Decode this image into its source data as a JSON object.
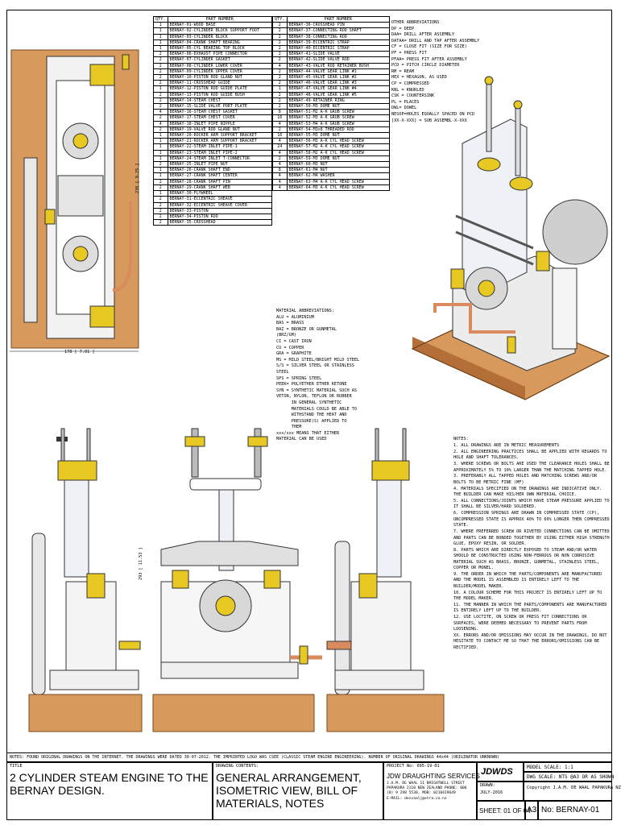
{
  "bom_headers": {
    "qty": "QTY.",
    "part": "PART NUMBER"
  },
  "bom_left": [
    {
      "qty": "1",
      "part": "BERNAY-01-WOOD BASE"
    },
    {
      "qty": "1",
      "part": "BERNAY-02-CYLINDER BLOCK SUPPORT FOOT"
    },
    {
      "qty": "1",
      "part": "BERNAY-03-CYLINDER BLOCK"
    },
    {
      "qty": "1",
      "part": "BERNAY-04-CRANK SHAFT BEARING"
    },
    {
      "qty": "1",
      "part": "BERNAY-05-CYL BEARING TOP BLOCK"
    },
    {
      "qty": "2",
      "part": "BERNAY-06-EXHAUST PIPE CONNECTOR"
    },
    {
      "qty": "2",
      "part": "BERNAY-07-CYLINDER GASKET"
    },
    {
      "qty": "2",
      "part": "BERNAY-08-CYLINDER LOWER COVER"
    },
    {
      "qty": "2",
      "part": "BERNAY-09-CYLINDER UPPER COVER"
    },
    {
      "qty": "2",
      "part": "BERNAY-10-PISTON ROD GLAND NUT"
    },
    {
      "qty": "2",
      "part": "BERNAY-11-CROSSHEAD GUIDE"
    },
    {
      "qty": "1",
      "part": "BERNAY-12-PISTON ROD GUIDE PLATE"
    },
    {
      "qty": "2",
      "part": "BERNAY-13-PISTON ROD GUIDE BUSH"
    },
    {
      "qty": "2",
      "part": "BERNAY-14-STEAM CHEST"
    },
    {
      "qty": "2",
      "part": "BERNAY-15-SLIDE VALVE PORT PLATE"
    },
    {
      "qty": "4",
      "part": "BERNAY-16-STEAM CHEST GASKET"
    },
    {
      "qty": "2",
      "part": "BERNAY-17-STEAM CHEST COVER"
    },
    {
      "qty": "4",
      "part": "BERNAY-18-INLET PIPE NIPPLE"
    },
    {
      "qty": "2",
      "part": "BERNAY-19-VALVE ROD GLAND NUT"
    },
    {
      "qty": "1",
      "part": "BERNAY-20-ROCKER ARM SUPPORT BRACKET"
    },
    {
      "qty": "1",
      "part": "BERNAY-21-ROCKER ARM SUPPORT BRACKET"
    },
    {
      "qty": "1",
      "part": "BERNAY-22-STEAM INLET PIPE-1"
    },
    {
      "qty": "1",
      "part": "BERNAY-23-STEAM INLET PIPE-2"
    },
    {
      "qty": "1",
      "part": "BERNAY-24-STEAM INLET T-CONNECTOR"
    },
    {
      "qty": "2",
      "part": "BERNAY-25-INLET PIPE NUT"
    },
    {
      "qty": "1",
      "part": "BERNAY-26-CRANK SHAFT END"
    },
    {
      "qty": "1",
      "part": "BERNAY-27-CRANK SHAFT CENTER"
    },
    {
      "qty": "2",
      "part": "BERNAY-28-CRANK SHAFT PIN"
    },
    {
      "qty": "2",
      "part": "BERNAY-29-CRANK SHAFT WEB"
    },
    {
      "qty": "1",
      "part": "BERNAY-30-FLYWHEEL"
    },
    {
      "qty": "2",
      "part": "BERNAY-31-ECCENTRIC SHEAVE"
    },
    {
      "qty": "2",
      "part": "BERNAY-32-ECCENTRIC SHEAVE COVER"
    },
    {
      "qty": "2",
      "part": "BERNAY-33-PISTON"
    },
    {
      "qty": "2",
      "part": "BERNAY-34-PISTON ROD"
    },
    {
      "qty": "2",
      "part": "BERNAY-35-CROSSHEAD"
    }
  ],
  "bom_right": [
    {
      "qty": "2",
      "part": "BERNAY-36-CROSSHEAD PIN"
    },
    {
      "qty": "2",
      "part": "BERNAY-37-CONNECTING ROD SHAFT"
    },
    {
      "qty": "2",
      "part": "BERNAY-38-CONNECTING ROD"
    },
    {
      "qty": "2",
      "part": "BERNAY-39-ECCENTRIC STRAP"
    },
    {
      "qty": "2",
      "part": "BERNAY-40-ECCENTRIC STRAP"
    },
    {
      "qty": "2",
      "part": "BERNAY-41-SLIDE VALVE"
    },
    {
      "qty": "2",
      "part": "BERNAY-42-SLIDE VALVE ROD"
    },
    {
      "qty": "4",
      "part": "BERNAY-43-VALVE ROD RETAINER BUSH"
    },
    {
      "qty": "2",
      "part": "BERNAY-44-VALVE GEAR LINK #1"
    },
    {
      "qty": "2",
      "part": "BERNAY-45-VALVE GEAR LINK #2"
    },
    {
      "qty": "2",
      "part": "BERNAY-46-VALVE GEAR LINK #3"
    },
    {
      "qty": "1",
      "part": "BERNAY-47-VALVE GEAR LINK #4"
    },
    {
      "qty": "2",
      "part": "BERNAY-48-VALVE GEAR LINK #5"
    },
    {
      "qty": "2",
      "part": "BERNAY-49-RETAINER RING"
    },
    {
      "qty": "2",
      "part": "BERNAY-50-M3 DOME NUT"
    },
    {
      "qty": "8",
      "part": "BERNAY-51-M2 A-K GRUB SCREW"
    },
    {
      "qty": "16",
      "part": "BERNAY-52-M3 A-K GRUB SCREW"
    },
    {
      "qty": "4",
      "part": "BERNAY-53-M4 A-K GRUB SCREW"
    },
    {
      "qty": "2",
      "part": "BERNAY-54-M3x8 THREADED ROD"
    },
    {
      "qty": "16",
      "part": "BERNAY-55-M3 DOME NUT"
    },
    {
      "qty": "4",
      "part": "BERNAY-56-M3 A-K CYL HEAD SCREW"
    },
    {
      "qty": "24",
      "part": "BERNAY-57-M2 A-K CYL HEAD SCREW"
    },
    {
      "qty": "4",
      "part": "BERNAY-58-M2 A-K CYL HEAD SCREW"
    },
    {
      "qty": "2",
      "part": "BERNAY-59-M3 DOME NUT"
    },
    {
      "qty": "4",
      "part": "BERNAY-60-M3 NUT"
    },
    {
      "qty": "8",
      "part": "BERNAY-61-M4 NUT"
    },
    {
      "qty": "4",
      "part": "BERNAY-62-M4 WASHER"
    },
    {
      "qty": "4",
      "part": "BERNAY-63-M4 A-K CYL HEAD SCREW"
    },
    {
      "qty": "4",
      "part": "BERNAY-64-M3 A-K CYL HEAD SCREW"
    }
  ],
  "other_abbreviations": {
    "title": "OTHER ABBREVIATIONS",
    "lines": [
      "DP = DEEP",
      "DAA= DRILL AFTER ASSEMBLY",
      "DATAA= DRILL AND TAP AFTER ASSEMBLY",
      "CF = CLOSE FIT (SIZE FOR SIZE)",
      "PF = PRESS FIT",
      "PFAA= PRESS FIT AFTER ASSEMBLY",
      "PCD = PITCH CIRCLE DIAMETER",
      "RM = REAM",
      "HEX = HEXAGON, AS USED",
      "CP = COMPRESSED",
      "KNL = KNURLED",
      "CSK = COUNTERSINK",
      "PL = PLACES",
      "DWL= DOWEL",
      "NESOP=HOLES EQUALLY SPACED ON PCD",
      "[XX-X-XXX] = SUB ASSEMBL-X-XXX"
    ]
  },
  "material_abbreviations": {
    "title": "MATERIAL ABBREVIATIONS:",
    "lines": [
      "ALU = ALUMINIUM",
      "BAS = BRASS",
      "BAZ = BRONZE OR GUNMETAL",
      "(BRZ/GM)",
      "CI = CAST IRON",
      "CU = COPPER",
      "GRA = GRAPHITE",
      "MS = MILD STEEL/BRIGHT MILD STEEL",
      "S/S = SILVER STEEL OR STAINLESS",
      "STEEL",
      "SPS = SPRING STEEL",
      "PEEK= POLYETHER ETHER KETONE",
      "SYN = SYNTHETIC MATERIAL SUCH AS",
      "VETON, NYLON, TEFLON OR RUBBER",
      "      IN GENERAL SYNTHETIC",
      "      MATERIALS COULD BE ABLE TO",
      "      WITHSTAND THE HEAT AND",
      "      PRESSURE(S) APPLIED TO",
      "      THEM",
      "xxx/xxx MEANS THAT EITHER",
      "MATERIAL CAN BE USED"
    ]
  },
  "notes": {
    "title": "NOTES:",
    "lines": [
      "1. ALL DRAWINGS ARE IN METRIC MEASUREMENTS",
      "2. ALL ENGINEERING PRACTICES SHALL BE APPLIED WITH REGARDS TO HOLE AND SHAFT TOLERANCES.",
      "3. WHERE SCREWS OR BOLTS ARE USED THE CLEARANCE HOLES SHALL BE APPROXIMATELY 5% TO 10% LARGER THAN THE MATCHING TAPPED HOLE.",
      "3. PREFERABLY ALL TAPPED HOLES AND MATCHING SCREWS AND/OR BOLTS TO BE METRIC FINE (MF)",
      "4. MATERIALS SPECIFIED ON THE DRAWINGS ARE INDICATIVE ONLY. THE BUILDER CAN MAKE HIS/HER OWN MATERIAL CHOICE.",
      "5. ALL CONNECTIONS/JOINTS WHICH HAVE STEAM PRESSURE APPLIED TO IT SHALL BE SILVER/HARD SOLDERED.",
      "6. COMPRESSION SPRINGS ARE DRAWN IN COMPRESSED STATE (CP), UNCOMPRESSED STATE IS APPROX 40% TO 60% LONGER THEN COMPRESSED STATE.",
      "7. WHERE PREFERRED SCREW OR RIVETED CONNECTIONS CAN BE OMITTED AND PARTS CAN BE BONDED TOGETHER BY USING EITHER HIGH STRENGTH GLUE, EPOXY RESIN, OR SOLDER.",
      "8. PARTS WHICH ARE DIRECTLY EXPOSED TO STEAM AND/OR WATER SHOULD BE CONSTRUCTED USING NON-FERROUS OR NON CORROSIVE MATERIAL SUCH AS BRASS, BRONZE, GUNMETAL, STAINLESS STEEL, COPPER OR MONEL.",
      "9. THE ORDER IN WHICH THE PARTS/COMPONENTS ARE MANUFACTURED AND THE MODEL IS ASSEMBLED IS ENTIRELY LEFT TO THE BUILDER/MODEL MAKER.",
      "10. A COLOUR SCHEME FOR THIS PROJECT IS ENTIRELY LEFT UP TO THE MODEL MAKER.",
      "11. THE MANNER IN WHICH THE PARTS/COMPONENTS ARE MANUFACTURED IS ENTIRELY LEFT UP TO THE BUILDER.",
      "12. USE LOCTITE, ON SCREW OR PRESS FIT CONNECTIONS OR SURFACES, WERE DEEMED NECESSARY TO PREVENT PARTS FROM LOOSENING.",
      "XX. ERRORS AND/OR OMISSIONS MAY OCCUR IN THE DRAWINGS, DO NOT HESITATE TO CONTACT ME SO THAT THE ERRORS/OMISSIONS CAN BE RECTIFIED."
    ]
  },
  "dimensions": {
    "top_width": "178 [ 7.01 ]",
    "top_height": "235 [ 9.25 ]",
    "side_height": "293 [ 11.53 ]"
  },
  "title_block": {
    "notes_strip": "NOTES: FOUND ORIGINAL DRAWINGS ON THE INTERNET. THE DRAWINGS WERE DATED 30-07-2012. THE IMPRINTED LOGO WAS CSEE (CLASSIC STEAM ENGINE ENGINEERING). NUMBER OF ORIGINAL DRAWINGS 44x44 (ORIGINATOR UNKNOWN)",
    "title_label": "TITLE",
    "title": "2 CYLINDER STEAM ENGINE TO THE BERNAY DESIGN.",
    "contents_label": "DRAWING CONTENTS:",
    "contents": "GENERAL ARRANGEMENT, ISOMETRIC VIEW, BILL OF MATERIALS, NOTES",
    "project_label": "PROJECT No: 095-19-01",
    "company": "JDW DRAUGHTING SERVICES",
    "address": "J.A.M. DE WAAL 11 BRIGHTWELL STREET PAPAKURA 2110 NEW ZEALAND PHONE: 006 (0) 9 298 5530, MOB: 0210419649",
    "email": "E-MAIL: desvaalj@xtra.co.nz",
    "logo": "JDWDS",
    "drawn_label": "DRAWN:",
    "date": "JULY-2016",
    "model_scale": "MODEL SCALE: 1:1",
    "dwg_scale": "DWG SCALE: NTS @A3 OR AS SHOWN",
    "copyright": "Copyright J.A.M. DE WAAL PAPAKURA NZ",
    "sheet": "SHEET: 01 OF 04",
    "size": "A3",
    "drawing_no": "No: BERNAY-01"
  },
  "colors": {
    "brass": "#e8c823",
    "wood": "#d79a5c",
    "steel": "#ececec",
    "copper": "#d98b5e"
  }
}
